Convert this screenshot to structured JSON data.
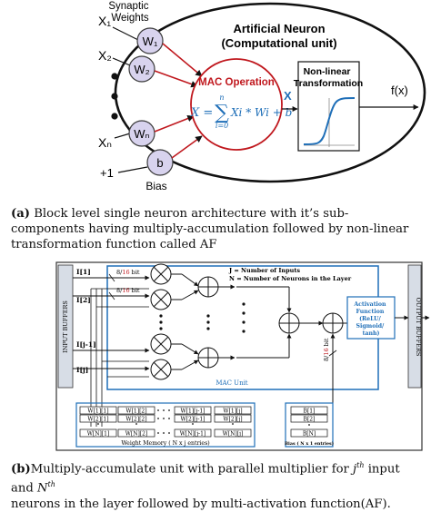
{
  "top": {
    "synaptic_weights": "Synaptic\nWeights",
    "inputs": [
      "X₁",
      "X₂",
      "Xₙ"
    ],
    "weights": [
      "W₁",
      "W₂",
      "Wₙ"
    ],
    "bias_node": "b",
    "bias_label": "Bias",
    "bias_input": "+1",
    "neuron_title": "Artificial Neuron",
    "neuron_subtitle": "(Computational unit)",
    "mac_title": "MAC Operation",
    "mac_formula_lhs": "X =",
    "mac_formula_sum_top": "n",
    "mac_formula_sum_bottom": "i=0",
    "mac_formula_body": "Xi * Wi + b",
    "x_out": "X",
    "nonlinear_title": "Non-linear\nTransformation",
    "output": "f(x)"
  },
  "caption_a": {
    "tag": "(a)",
    "text": "Block level single neuron architecture with it’s sub-components having multiply-accumulation followed by non-linear transformation function called AF"
  },
  "bottom": {
    "input_buffers": "INPUT BUFFERS",
    "output_buffers": "OUTPUT BUFFERS",
    "inputs": [
      "I[1]",
      "I[2]",
      "I[j-1]",
      "I[j]"
    ],
    "bit_label": "8/16 bit",
    "legend_j": "J = Number of Inputs",
    "legend_n": "N = Number of Neurons in the Layer",
    "mac_unit": "MAC Unit",
    "activation": "Activation\nFunction\n(ReLU/\nSigmoid/\ntanh)",
    "bit_vertical": "8/16 bit",
    "weight_rows": [
      [
        "W[1][1]",
        "W[1][2]",
        "W[1][j-1]",
        "W[1][j]"
      ],
      [
        "W[2][1]",
        "W[2][2]",
        "W[2][j-1]",
        "W[2][j]"
      ],
      [
        "W[N][1]",
        "W[N][2]",
        "W[N][j-1]",
        "W[N][j]"
      ]
    ],
    "weight_memory": "Weight Memory ( N x j entries)",
    "bias_rows": [
      "B[1]",
      "B[2]",
      "B[N]"
    ],
    "bias_memory": "Bias ( N x 1 entries)"
  },
  "caption_b": {
    "tag": "(b)",
    "text_1": "Multiply-accumulate unit with parallel multiplier for ",
    "jth": "j",
    "th": "th",
    "text_2": " input and ",
    "nth": "N",
    "text_3": "neurons in the layer followed by multi-activation function(AF)."
  },
  "colors": {
    "blue": "#1f6fb8",
    "red": "#c0181e",
    "node_fill": "#d8d3ee",
    "node_stroke": "#3a3a3a"
  }
}
